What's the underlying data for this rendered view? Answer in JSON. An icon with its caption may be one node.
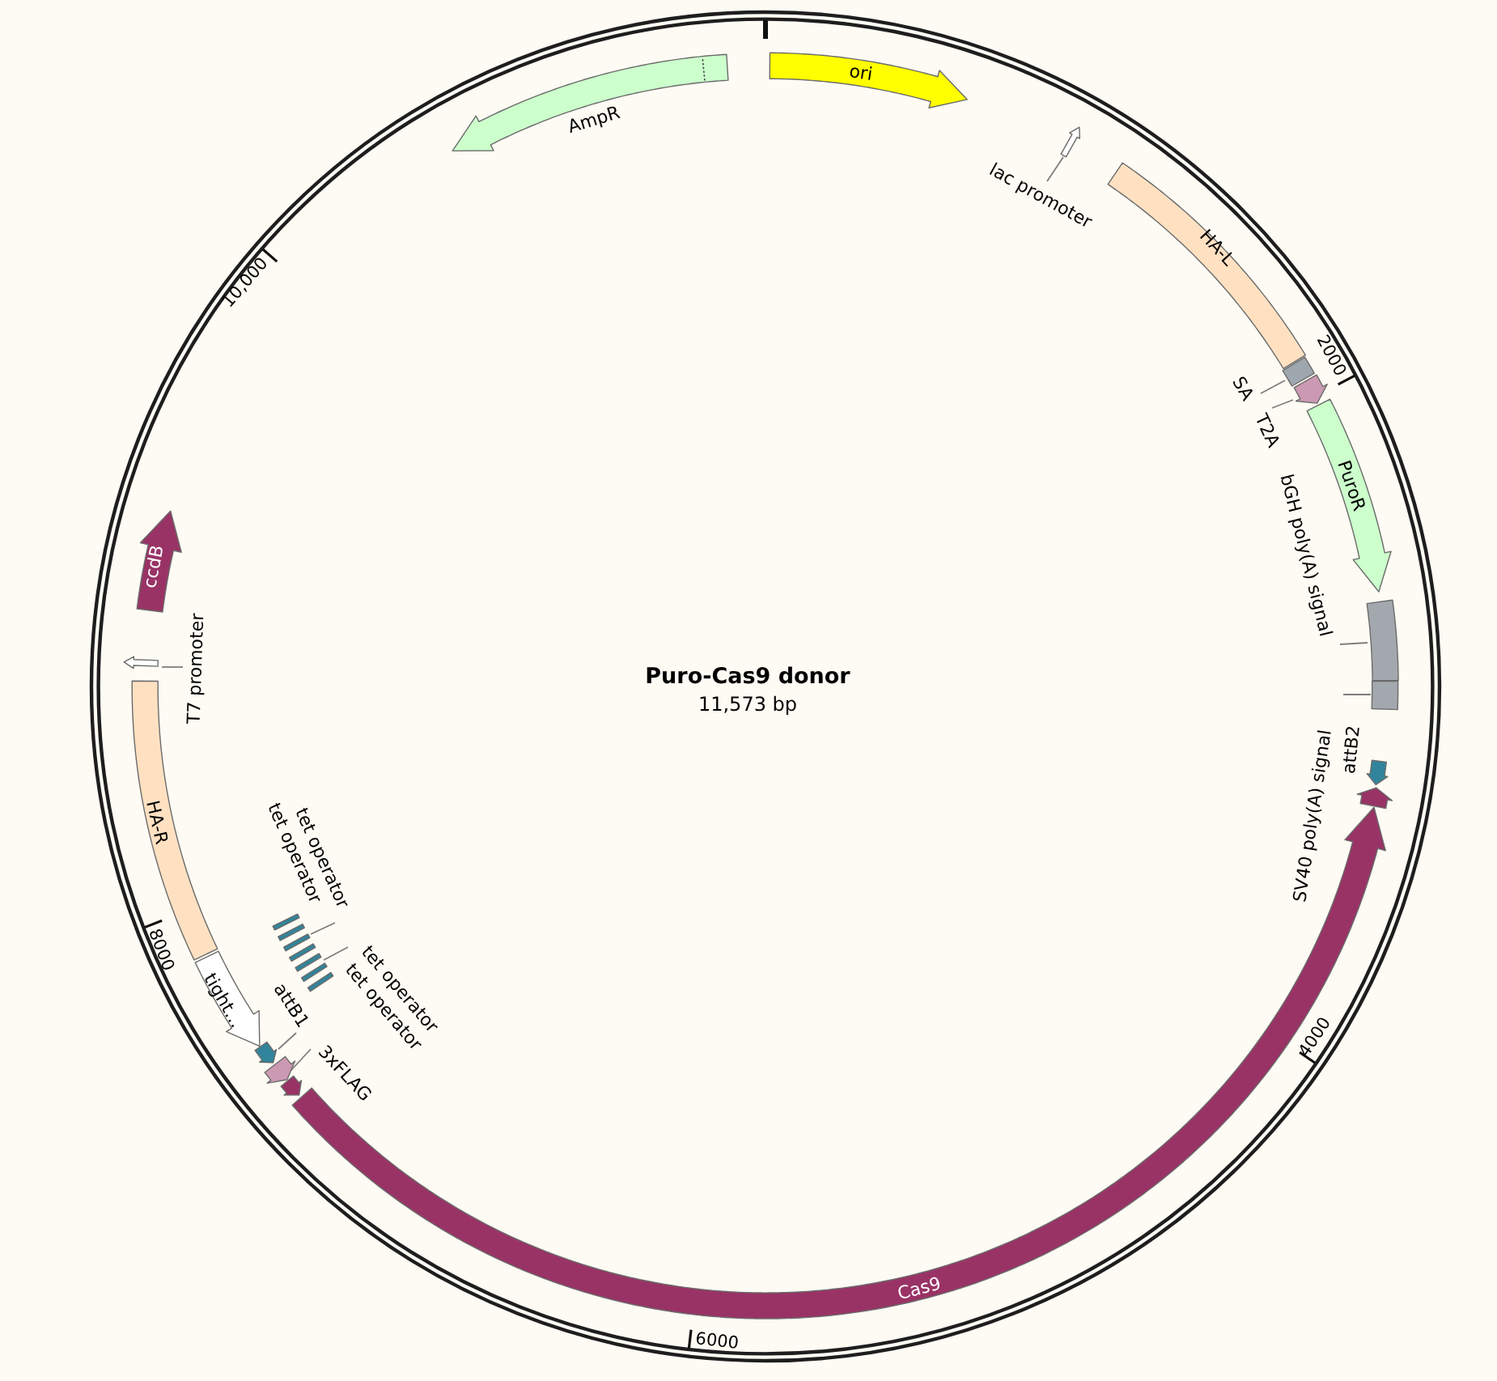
{
  "diagram": {
    "title": "Puro-Cas9 donor",
    "nodes": [
      {
        "text": [
          "AmpR"
        ]
      },
      {
        "text": [
          "ori"
        ]
      },
      {
        "text": [
          "lac promoter"
        ]
      },
      {
        "text": [],
        "shape": "arrow"
      },
      {
        "text": [
          "HA-L"
        ]
      },
      {
        "text": [
          "SA"
        ]
      },
      {
        "text": [],
        "shape": "box"
      },
      {
        "text": [
          "T2A"
        ]
      },
      {
        "text": [],
        "shape": "arrow"
      },
      {
        "text": [
          "PuroR"
        ]
      },
      {
        "text": [
          "bGH poly(A) signal"
        ]
      },
      {
        "text": [],
        "shape": "box"
      },
      {
        "text": [
          "SV40 poly(A) signal"
        ]
      },
      {
        "text": [],
        "shape": "box"
      },
      {
        "text": [],
        "shape": "arrow",
        "beside": [
          "attB2"
        ]
      },
      {
        "text": [],
        "shape": "arrow"
      },
      {
        "text": [
          "Cas9"
        ]
      },
      {
        "text": [],
        "shape": "arrow"
      },
      {
        "text": [
          "3xFLAG"
        ]
      },
      {
        "text": [],
        "shape": "arrow"
      },
      {
        "text": [
          "attB1"
        ]
      },
      {
        "text": [],
        "shape": "arrow"
      },
      {
        "text": [
          "tight…"
        ]
      },
      {
        "text": [
          "tet operator"
        ]
      },
      {
        "text": [
          "tet operator"
        ]
      },
      {
        "text": [],
        "shape": "bar"
      },
      {
        "text": [
          "tet operator"
        ]
      },
      {
        "text": [
          "tet operator"
        ]
      },
      {
        "text": [
          "HA-R"
        ]
      },
      {
        "text": [
          "T7 promoter"
        ]
      },
      {
        "text": [],
        "shape": "arrow"
      },
      {
        "text": [
          "ccdB"
        ]
      }
    ],
    "edges": [
      {
        "from": 2,
        "to": 3,
        "arrow": "none"
      },
      {
        "from": 5,
        "to": 6,
        "arrow": "none"
      },
      {
        "from": 7,
        "to": 8,
        "arrow": "none"
      },
      {
        "from": 10,
        "to": 11,
        "arrow": "none"
      },
      {
        "from": 12,
        "to": 13,
        "arrow": "none"
      },
      {
        "from": 18,
        "to": 19,
        "arrow": "none"
      },
      {
        "from": 20,
        "to": 21,
        "arrow": "none"
      },
      {
        "from": 23,
        "to": 25,
        "arrow": "none"
      },
      {
        "from": 26,
        "to": 25,
        "arrow": "none"
      },
      {
        "from": 29,
        "to": 30,
        "arrow": "none"
      }
    ],
    "labels": [
      "10,000",
      "2000",
      "11,573 bp",
      "8000",
      "4000",
      "6000"
    ]
  }
}
